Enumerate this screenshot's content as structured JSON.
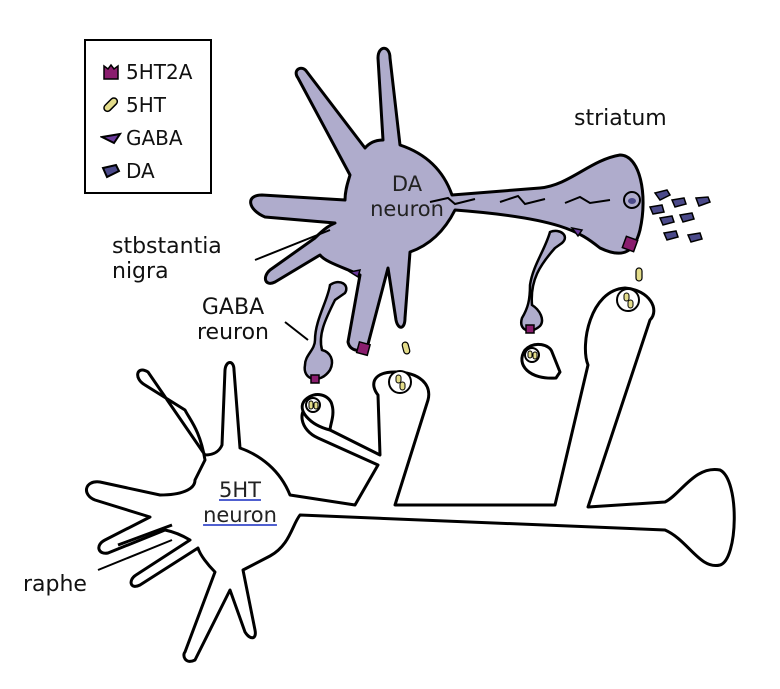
{
  "legend": {
    "items": [
      {
        "icon": "receptor-5ht2a-icon",
        "label": "5HT2A",
        "color": "#8a1d6e"
      },
      {
        "icon": "vesicle-5ht-icon",
        "label": "5HT",
        "color": "#e3dc8a"
      },
      {
        "icon": "vesicle-gaba-icon",
        "label": "GABA",
        "color": "#6a3a9a"
      },
      {
        "icon": "vesicle-da-icon",
        "label": "DA",
        "color": "#4b4a8a"
      }
    ]
  },
  "labels": {
    "da_neuron_line1": "DA",
    "da_neuron_line2": "neuron",
    "ht_neuron_line1": "5HT",
    "ht_neuron_line2": "neuron",
    "striatum": "striatum",
    "substantia_line1": "stbstantia",
    "substantia_line2": "nigra",
    "gaba_line1": "GABA",
    "gaba_line2": "reuron",
    "raphe": "raphe"
  },
  "colors": {
    "da_neuron_fill": "#afaccc",
    "outline": "#000000",
    "receptor": "#8a1d6e",
    "serotonin": "#e3dc8a",
    "dopamine": "#4b4a8a",
    "gaba": "#6a3a9a"
  }
}
